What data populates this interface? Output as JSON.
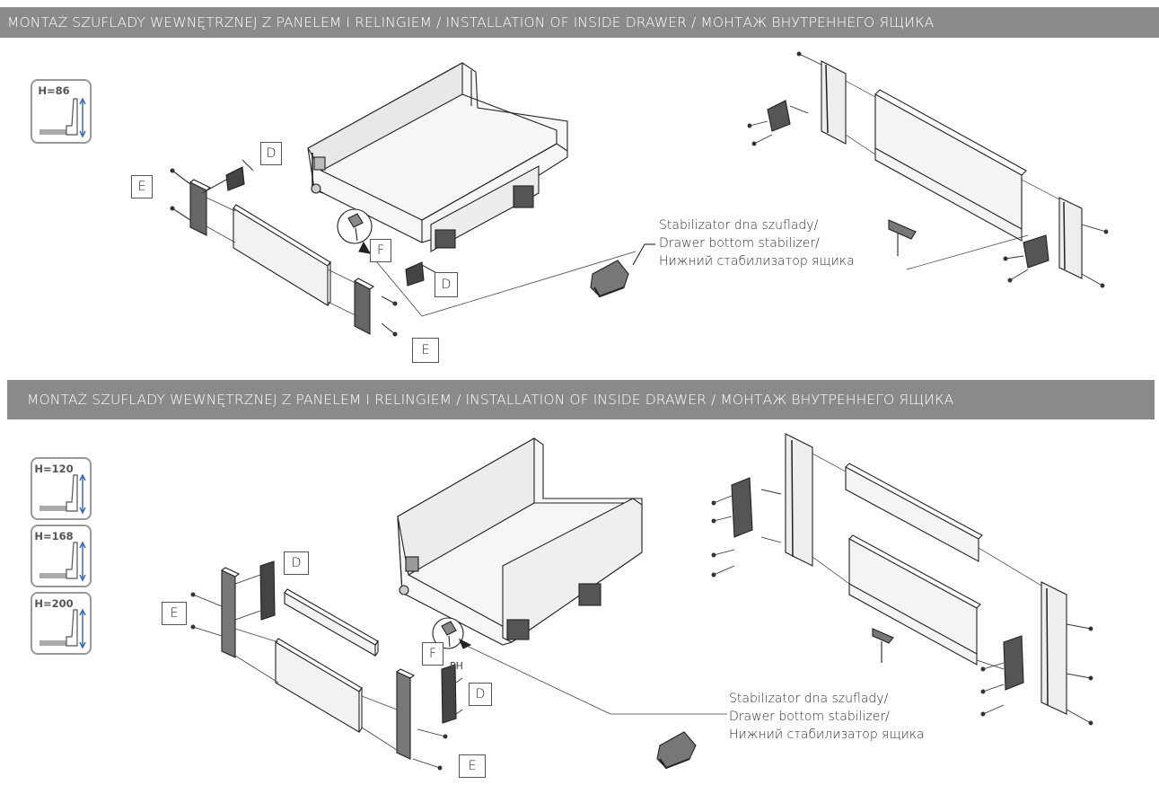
{
  "section1": {
    "title": "MONTAŻ SZUFLADY WEWNĘTRZNEJ Z PANELEM I RELINGIEM / INSTALLATION OF INSIDE DRAWER / МОНТАЖ ВНУТРЕННЕГО ЯЩИКА",
    "heights": [
      "H=86"
    ],
    "labels": {
      "d1": "D",
      "e1": "E",
      "f": "F",
      "d2": "D",
      "e2": "E"
    },
    "stabilizer": [
      "Stabilizator dna szuflady/",
      "Drawer bottom stabilizer/",
      "Нижний стабилизатор ящика"
    ]
  },
  "section2": {
    "title": "MONTAŻ SZUFLADY WEWNĘTRZNEJ Z PANELEM I RELINGIEM / INSTALLATION OF INSIDE DRAWER / МОНТАЖ ВНУТРЕННЕГО ЯЩИКА",
    "heights": [
      "H=120",
      "H=168",
      "H=200"
    ],
    "labels": {
      "d1": "D",
      "e1": "E",
      "f": "F",
      "d2": "D",
      "e2": "E",
      "ph": "PH"
    },
    "stabilizer": [
      "Stabilizator dna szuflady/",
      "Drawer bottom stabilizer/",
      "Нижний стабилизатор ящика"
    ]
  },
  "colors": {
    "band": "#8a8a8a",
    "line": "#222222",
    "panel": "#f2f2f2"
  }
}
